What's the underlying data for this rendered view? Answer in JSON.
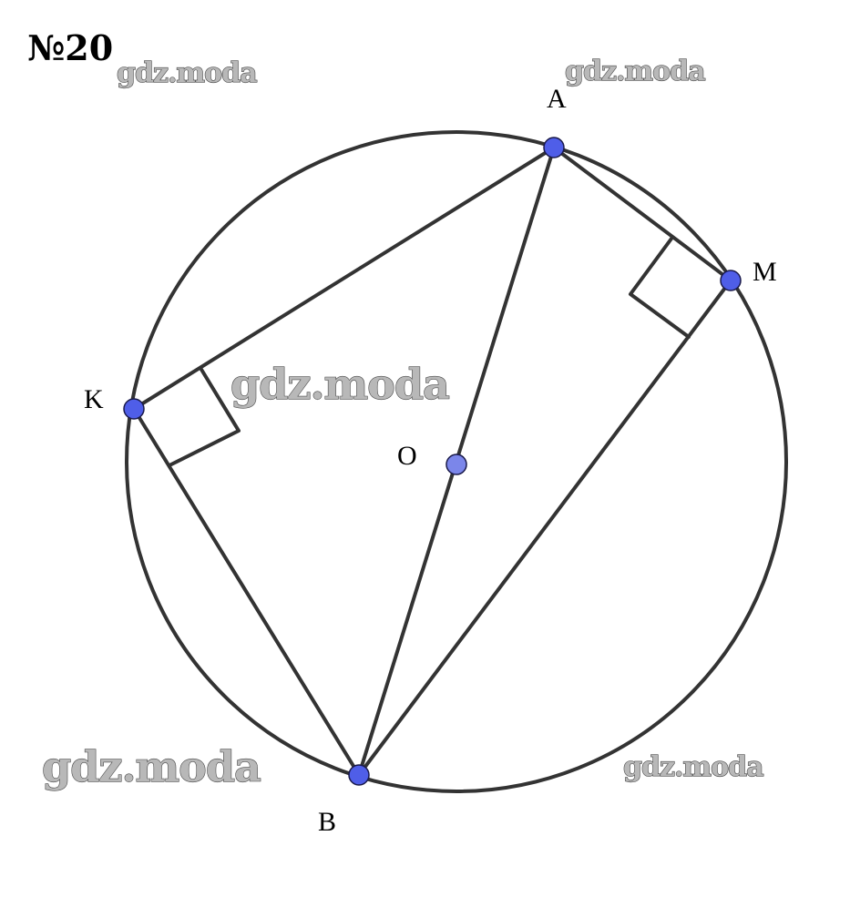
{
  "problem": {
    "number": "№20"
  },
  "watermark_text": "gdz.moda",
  "points": {
    "A": {
      "label": "A"
    },
    "M": {
      "label": "M"
    },
    "K": {
      "label": "K"
    },
    "O": {
      "label": "O"
    },
    "B": {
      "label": "B"
    }
  },
  "colors": {
    "point_fill": "#4f5ee8",
    "center_fill": "#7b86ea",
    "line": "#333333",
    "watermark_fill": "#b8b8b8"
  }
}
